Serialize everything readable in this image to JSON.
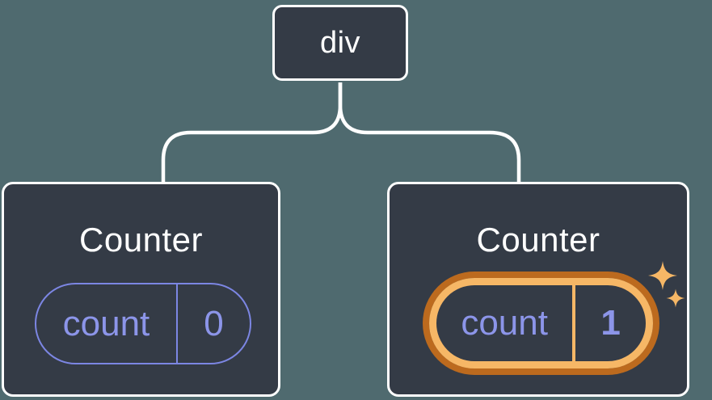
{
  "diagram": {
    "root": {
      "label": "div"
    },
    "children": [
      {
        "title": "Counter",
        "state_key": "count",
        "state_value": "0",
        "highlighted": false
      },
      {
        "title": "Counter",
        "state_key": "count",
        "state_value": "1",
        "highlighted": true
      }
    ]
  },
  "colors": {
    "background": "#4f6a6f",
    "card_bg": "#343b46",
    "card_border": "#ffffff",
    "text_white": "#ffffff",
    "purple_text": "#8c95e9",
    "pill_border": "#7c86e3",
    "gold": "#f6b766",
    "dark_orange": "#bc6a1e",
    "connector": "#ffffff"
  }
}
